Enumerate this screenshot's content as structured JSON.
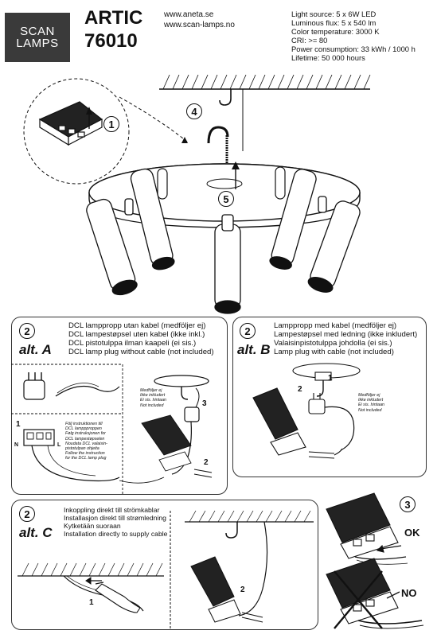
{
  "header": {
    "logo_line1": "SCAN",
    "logo_line2": "LAMPS",
    "product_name": "ARTIC",
    "product_number": "76010",
    "websites": [
      "www.aneta.se",
      "www.scan-lamps.no"
    ],
    "specs": [
      "Light source: 5 x 6W LED",
      "Luminous flux: 5 x 540 lm",
      "Color temperature: 3000 K",
      "CRI: >= 80",
      "Power consumption: 33 kWh / 1000 h",
      "Lifetime: 50 000 hours"
    ]
  },
  "steps": {
    "s1": "1",
    "s4": "4",
    "s5": "5",
    "s3": "3"
  },
  "alt_a": {
    "step": "2",
    "label": "alt. A",
    "lines": [
      "DCL lamppropp utan kabel (medföljer ej)",
      "DCL lampestøpsel uten kabel (ikke inkl.)",
      "DCL  pistotulppa ilman kaapeli (ei sis.)",
      "DCL lamp plug without cable (not included)"
    ],
    "note_plug": [
      "Medföljer ej",
      "Ikke inkludert",
      "Ei sis. hintaan",
      "Not included"
    ],
    "note_follow": [
      "Följ instruktionen till",
      "DCL lamppproppen",
      "Følg instruksjonen for",
      "DCL lampestøpselen",
      "Noudata DCL valaisin-",
      "pistotulpan ohjeita",
      "Follow the instruction",
      "for the DCL lamp plug"
    ],
    "num1": "1",
    "num3": "3",
    "num2": "2",
    "n_label": "N",
    "l_label": "L"
  },
  "alt_b": {
    "step": "2",
    "label": "alt. B",
    "lines": [
      "Lamppropp med kabel (medföljer ej)",
      "Lampestøpsel med ledning (ikke inkludert)",
      "Valaisinpistotulppa johdolla (ei sis.)",
      "Lamp plug with cable (not included)"
    ],
    "note": [
      "Medföljer ej",
      "Ikke inkludert",
      "Ei sis. hintaan",
      "Not included"
    ],
    "num1": "1",
    "num2": "2"
  },
  "alt_c": {
    "step": "2",
    "label": "alt. C",
    "lines": [
      "Inkoppling direkt till strömkablar",
      "Installasjon direkt till strømledning",
      "Kytketään suoraan",
      "Installation directly to supply cable"
    ],
    "num1": "1",
    "num2": "2"
  },
  "step3": {
    "ok": "OK",
    "no": "NO"
  }
}
